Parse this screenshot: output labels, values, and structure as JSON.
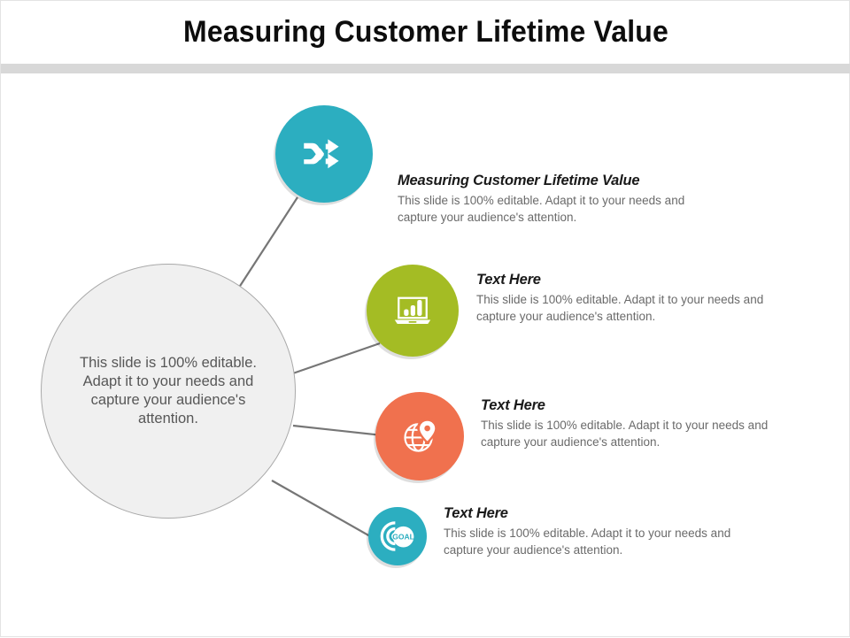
{
  "slide": {
    "title": "Measuring Customer Lifetime Value",
    "background_color": "#ffffff",
    "divider_color": "#d8d8d8"
  },
  "hub": {
    "name": "center-circle",
    "text": "This slide is 100% editable. Adapt it to your needs and capture your audience's attention.",
    "fill_color": "#f0f0f0",
    "border_color": "#a9a9a9"
  },
  "connector_color": "#767676",
  "nodes": [
    {
      "heading": "Measuring Customer Lifetime Value",
      "body": "This slide is 100% editable. Adapt it to your needs and capture your audience's attention.",
      "icon": "shuffle-icon",
      "color": "#2caec0"
    },
    {
      "heading": "Text Here",
      "body": "This slide is 100% editable. Adapt it to your needs and capture your audience's attention.",
      "icon": "laptop-bar-chart-icon",
      "color": "#a4bc24"
    },
    {
      "heading": "Text Here",
      "body": "This slide is 100% editable. Adapt it to your needs and capture your audience's attention.",
      "icon": "globe-location-pin-icon",
      "color": "#f0714e"
    },
    {
      "heading": "Text Here",
      "body": "This slide is 100% editable. Adapt it to your needs and capture your audience's attention.",
      "icon": "goal-target-icon",
      "icon_label": "GOAL",
      "color": "#2caec0"
    }
  ]
}
